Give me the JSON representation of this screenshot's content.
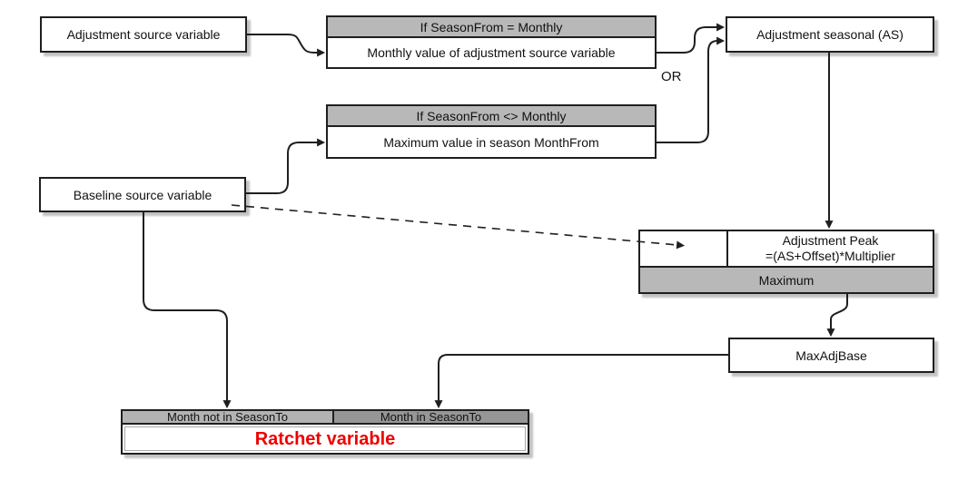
{
  "diagram": {
    "labels": {
      "or": "OR"
    },
    "colors": {
      "border": "#1f1f1f",
      "line": "#1f1f1f",
      "panel_gray": "#b8b8b8",
      "month_not_gray": "#b3b3b3",
      "month_in_gray": "#969696",
      "red": "#ee0000",
      "shadow": "#c2c2c2",
      "bg": "#ffffff"
    },
    "nodes": {
      "adjustment_source": {
        "label": "Adjustment source variable"
      },
      "cond_monthly": {
        "header": "If SeasonFrom = Monthly",
        "body": "Monthly value of adjustment source variable"
      },
      "adjustment_seasonal": {
        "label": "Adjustment seasonal (AS)"
      },
      "cond_not_monthly": {
        "header": "If SeasonFrom <> Monthly",
        "body": "Maximum value in season MonthFrom"
      },
      "baseline_source": {
        "label": "Baseline source variable"
      },
      "adjustment_peak": {
        "line1": "Adjustment Peak",
        "line2": "=(AS+Offset)*Multiplier",
        "footer": "Maximum"
      },
      "max_adj_base": {
        "label": "MaxAdjBase"
      },
      "ratchet": {
        "header_left": "Month not in SeasonTo",
        "header_right": "Month in SeasonTo",
        "body": "Ratchet variable"
      }
    }
  }
}
